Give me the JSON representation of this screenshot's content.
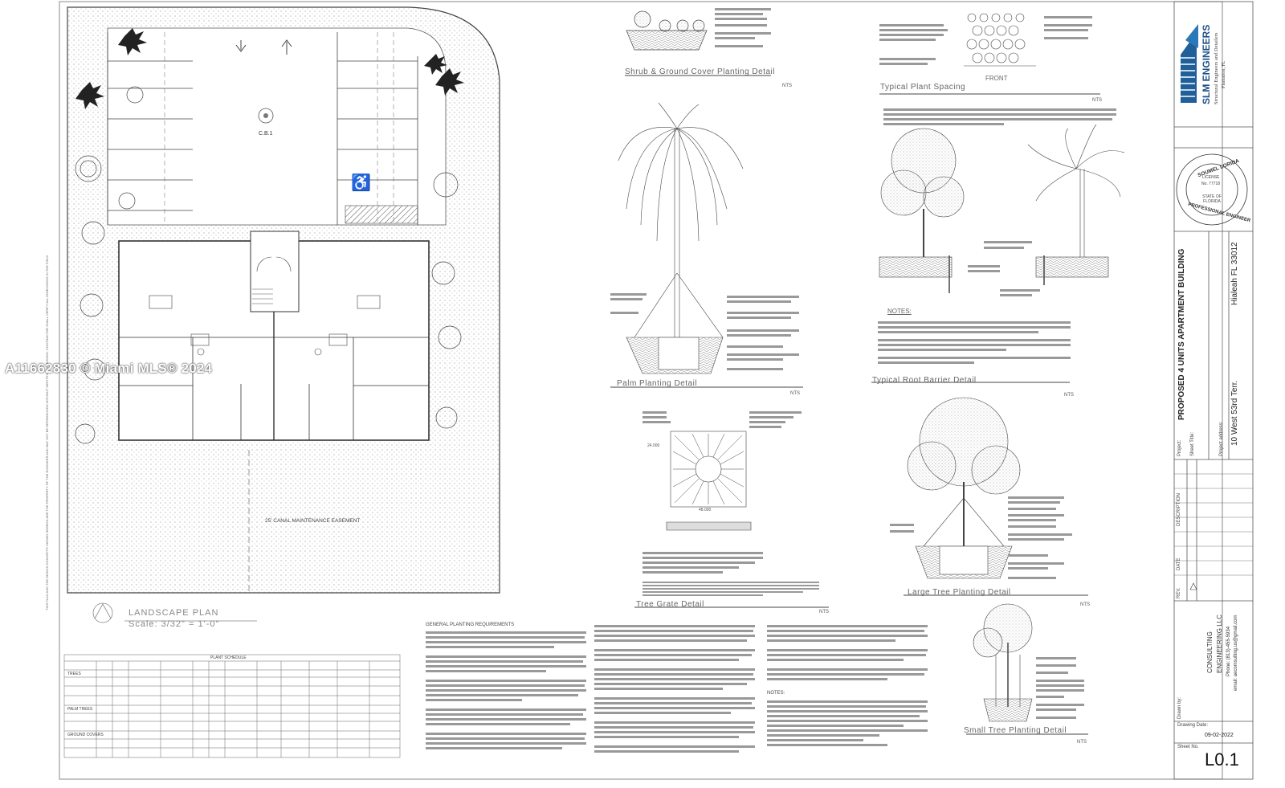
{
  "watermark": "A11662830 © Miami MLS® 2024",
  "plan": {
    "title": "LANDSCAPE PLAN",
    "scale": "Scale: 3/32\" = 1'-0\"",
    "easement": "25' CANAL MAINTENANCE EASEMENT",
    "cb_label": "C.B.1"
  },
  "details": {
    "shrub": {
      "title": "Shrub & Ground Cover Planting Detail",
      "nts": "NTS"
    },
    "spacing": {
      "title": "Typical Plant Spacing",
      "front": "FRONT",
      "nts": "NTS"
    },
    "palm": {
      "title": "Palm Planting Detail",
      "nts": "NTS"
    },
    "root": {
      "title": "Typical Root Barrier Detail",
      "nts": "NTS",
      "notes_title": "NOTES:"
    },
    "grate": {
      "title": "Tree Grate Detail",
      "nts": "NTS",
      "dim_a": "24.000",
      "dim_b": "48.000"
    },
    "large_tree": {
      "title": "Large Tree Planting Detail",
      "nts": "NTS"
    },
    "small_tree": {
      "title": "Small Tree Planting Detail",
      "nts": "NTS"
    }
  },
  "general": {
    "title": "GENERAL PLANTING REQUIREMENTS",
    "notes_title": "NOTES:"
  },
  "schedule": {
    "title": "PLANT SCHEDULE",
    "groups": [
      "TREES",
      "PALM TREES",
      "GROUND COVERS"
    ]
  },
  "title_block": {
    "firm": "SLM ENGINEERS",
    "firm_sub": "Structural Engineers and Detailers",
    "firm_city": "Plantation, FL",
    "seal_top": "SOUMEL LORIDA",
    "seal_license": "LICENSE",
    "seal_no": "No. 77718",
    "seal_state": "STATE OF FLORIDA",
    "seal_bottom": "PROFESSIONAL ENGINEER",
    "project_label": "Project:",
    "project": "PROPOSED 4 UNITS APARTMENT BUILDING",
    "sheet_title_label": "Sheet Title:",
    "address_label": "Project address:",
    "address": "10 West 53rd Terr.",
    "city": "Hialeah FL 33012",
    "rev_label": "REV.",
    "date_label": "DATE",
    "desc_label": "DESCRIPTION",
    "consultant_1": "CONSULTING",
    "consultant_2": "ENGINEERING LLC",
    "phone": "Phone: (813)-455-5934",
    "email": "email: aecomsulting.us@gmail.com",
    "drawn_by_label": "Drawn by:",
    "drawing_date_label": "Drawing Date:",
    "drawing_date": "09-02-2022",
    "sheet_no_label": "Sheet No.",
    "sheet_no": "L0.1"
  }
}
